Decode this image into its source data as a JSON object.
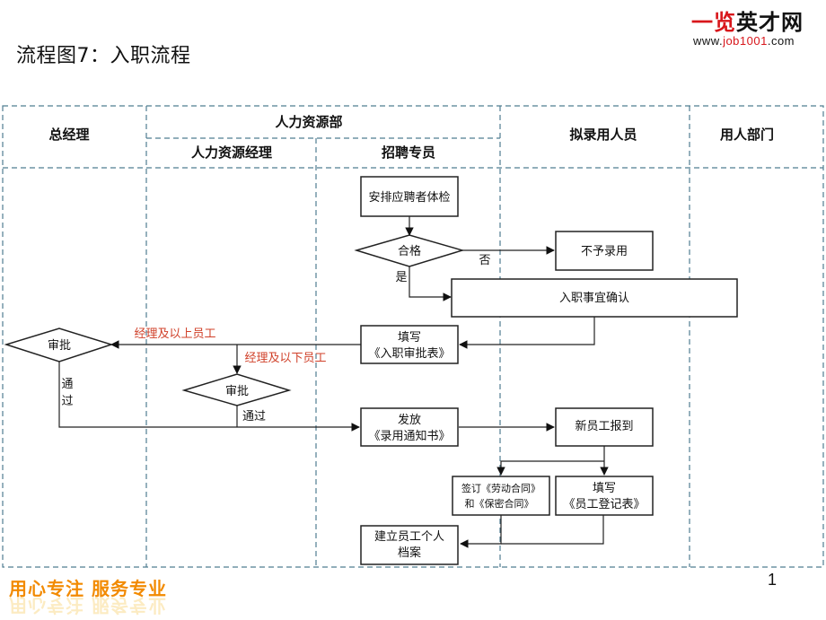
{
  "page_title": "流程图7：入职流程",
  "logo": {
    "name_red": "一览",
    "name_black": "英才网",
    "url_prefix": "www.",
    "url_red": "job1001",
    "url_suffix": ".com"
  },
  "lanes": {
    "general_manager": "总经理",
    "hr_department": "人力资源部",
    "hr_manager": "人力资源经理",
    "recruiter": "招聘专员",
    "candidate": "拟录用人员",
    "hiring_department": "用人部门"
  },
  "nodes": {
    "arrange_checkup": "安排应聘者体检",
    "qualified": "合格",
    "not_hired": "不予录用",
    "confirm_onboarding": "入职事宜确认",
    "approval_form_line1": "填写",
    "approval_form_line2": "《入职审批表》",
    "gm_approval": "审批",
    "hr_approval": "审批",
    "issue_offer_line1": "发放",
    "issue_offer_line2": "《录用通知书》",
    "new_employee_report": "新员工报到",
    "sign_contract_line1": "签订《劳动合同》",
    "sign_contract_line2": "和《保密合同》",
    "registration_form_line1": "填写",
    "registration_form_line2": "《员工登记表》",
    "create_file_line1": "建立员工个人",
    "create_file_line2": "档案"
  },
  "edge_labels": {
    "no": "否",
    "yes": "是",
    "manager_and_above": "经理及以上员工",
    "below_manager": "经理及以下员工",
    "pass_vertical_1": "通",
    "pass_vertical_2": "过",
    "pass": "通过"
  },
  "footer": {
    "slogan": "用心专注  服务专业",
    "page_number": "1"
  },
  "colors": {
    "lane_border": "#4f7d91",
    "label_red": "#d0412a",
    "brand_red": "#d8161b",
    "slogan_orange": "#f28a00"
  }
}
